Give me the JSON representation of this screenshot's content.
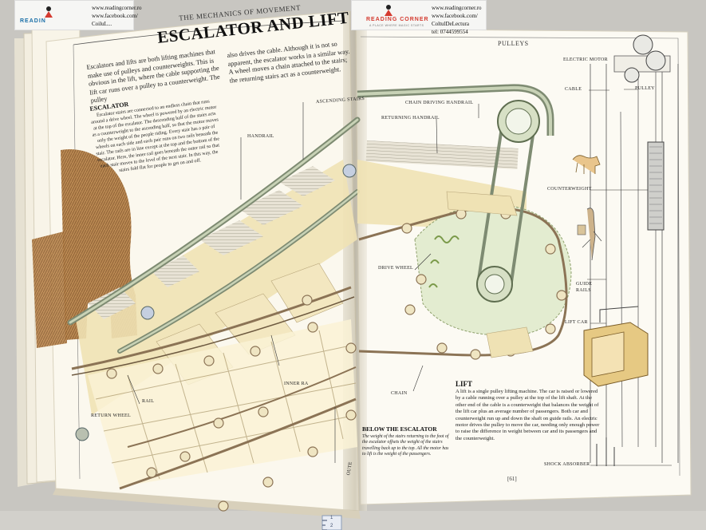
{
  "flyers": {
    "left": {
      "brand": "READIN",
      "lines": [
        "www.readingcorner.ro",
        "www.facebook.com/",
        "CoiluL..."
      ]
    },
    "right": {
      "brand": "READING CORNER",
      "tagline": "A PLACE WHERE MAGIC STARTS",
      "lines": [
        "www.readingcorner.ro",
        "www.facebook.com/",
        "ColtulDeLectura",
        "tel: 0744599554"
      ]
    }
  },
  "left_page": {
    "running_head": "THE MECHANICS OF MOVEMENT",
    "title": "ESCALATOR AND LIFT",
    "intro_left": "Escalators and lifts are both lifting machines that make use of pulleys and counterweights. This is obvious in the lift, where the cable supporting the lift car runs over a pulley to a counterweight. The pulley",
    "intro_right": "also drives the cable. Although it is not so apparent, the escalator works in a similar way. A wheel moves a chain attached to the stairs; the returning stairs act as a counterweight.",
    "escalator_heading": "ESCALATOR",
    "escalator_body": "Escalator stairs are connected to an endless chain that runs around a drive wheel. The wheel is powered by an electric motor at the top of the escalator. The descending half of the stairs acts as a counterweight to the ascending half, so that the motor moves only the weight of the people riding. Every stair has a pair of wheels on each side and each pair runs on two rails beneath the stair. The rails are in line except at the top and the bottom of the escalator. Here, the inner rail goes beneath the outer rail so that each stair moves to the level of the next stair. In this way, the stairs fold flat for people to get on and off.",
    "labels": {
      "ascending_stairs": "ASCENDING STAIRS",
      "handrail": "HANDRAIL",
      "inner_rail": "INNER RA",
      "outer_rail": "OUTE",
      "return_wheel": "RETURN WHEEL",
      "rail_cut": "RAIL"
    }
  },
  "right_page": {
    "running_head": "PULLEYS",
    "labels": {
      "chain_driving_handrail": "CHAIN DRIVING HANDRAIL",
      "returning_handrail": "RETURNING HANDRAIL",
      "drive_wheel": "DRIVE WHEEL",
      "chain": "CHAIN",
      "electric_motor": "ELECTRIC MOTOR",
      "cable": "CABLE",
      "pulley": "PULLEY",
      "counterweight": "COUNTERWEIGHT",
      "guide_rails": [
        "GUIDE",
        "RAILS"
      ],
      "lift_car": "LIFT CAR",
      "shock_absorber": "SHOCK ABSORBER"
    },
    "lift_heading": "LIFT",
    "lift_body": "A lift is a single pulley lifting machine. The car is raised or lowered by a cable running over a pulley at the top of the lift shaft. At the other end of the cable is a counterweight that balances the weight of the lift car plus an average number of passengers. Both car and counterweight run up and down the shaft on guide rails. An electric motor drives the pulley to move the car, needing only enough power to raise the difference in weight between car and its passengers and the counterweight.",
    "below_heading": "BELOW THE ESCALATOR",
    "below_body": "The weight of the stairs returning to the foot of the escalator offsets the weight of the stairs travelling back up to the top. All the motor has to lift is the weight of the passengers.",
    "page_number": "[61]"
  },
  "ruler": {
    "marks": [
      "1",
      "2"
    ]
  },
  "colors": {
    "page": "#fbf8ee",
    "stair": "#efe2b4",
    "rail": "#8b7355",
    "handrail": "#7e8b72",
    "green": "#e3ecd0",
    "mammoth": "#b7834a"
  }
}
